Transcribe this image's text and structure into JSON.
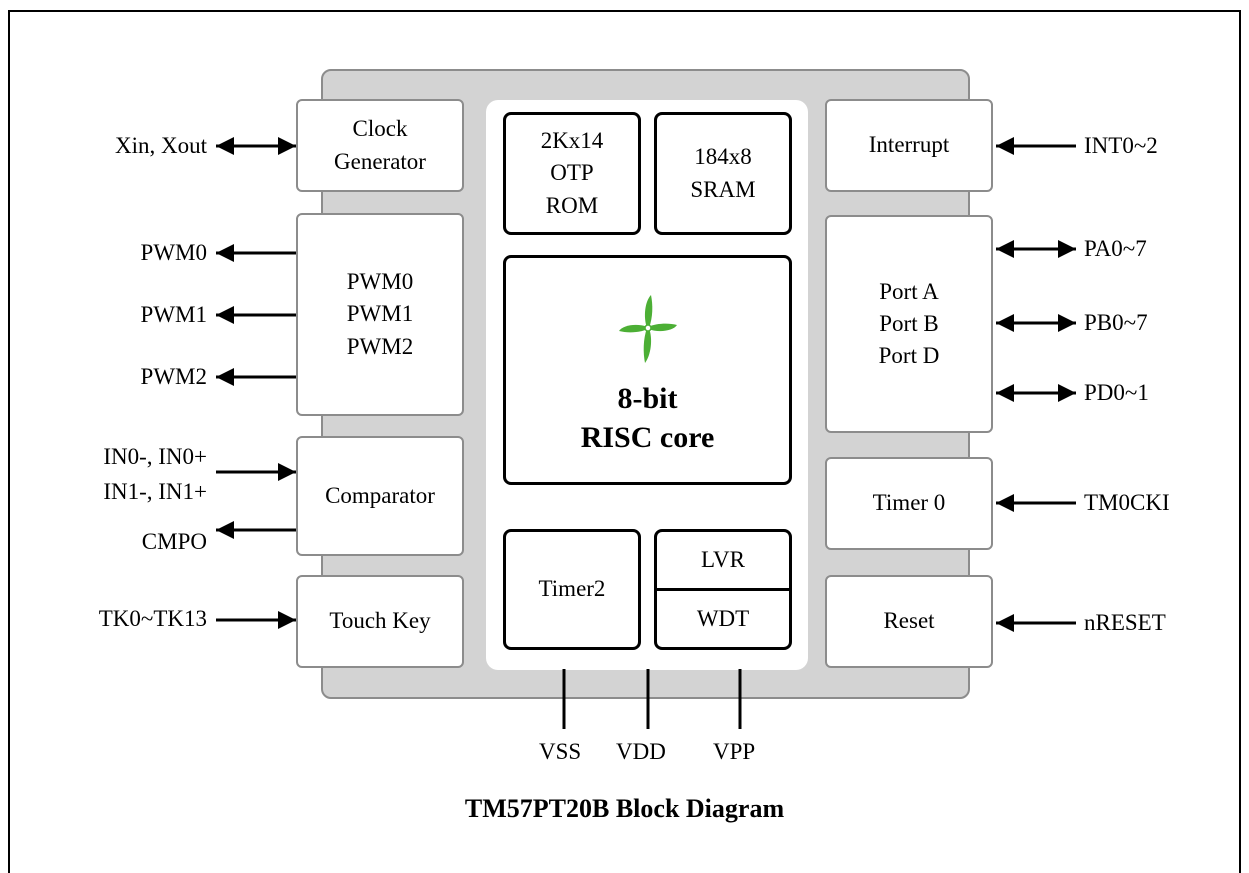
{
  "title": "TM57PT20B Block Diagram",
  "blocks": {
    "clock": "Clock\nGenerator",
    "pwm": "PWM0\nPWM1\nPWM2",
    "comparator": "Comparator",
    "touch_key": "Touch Key",
    "otp_rom": "2Kx14\nOTP\nROM",
    "sram": "184x8\nSRAM",
    "core": "8-bit\nRISC core",
    "timer2": "Timer2",
    "lvr": "LVR",
    "wdt": "WDT",
    "interrupt": "Interrupt",
    "ports": "Port A\nPort B\nPort D",
    "timer0": "Timer 0",
    "reset": "Reset"
  },
  "pins": {
    "xin_xout": "Xin, Xout",
    "pwm0": "PWM0",
    "pwm1": "PWM1",
    "pwm2": "PWM2",
    "in0": "IN0-, IN0+",
    "in1": "IN1-, IN1+",
    "cmpo": "CMPO",
    "tk": "TK0~TK13",
    "int": "INT0~2",
    "pa": "PA0~7",
    "pb": "PB0~7",
    "pd": "PD0~1",
    "tm0cki": "TM0CKI",
    "nreset": "nRESET",
    "vss": "VSS",
    "vdd": "VDD",
    "vpp": "VPP"
  },
  "logo": {
    "icon": "pinwheel-logo-icon",
    "color": "#4caf35"
  }
}
